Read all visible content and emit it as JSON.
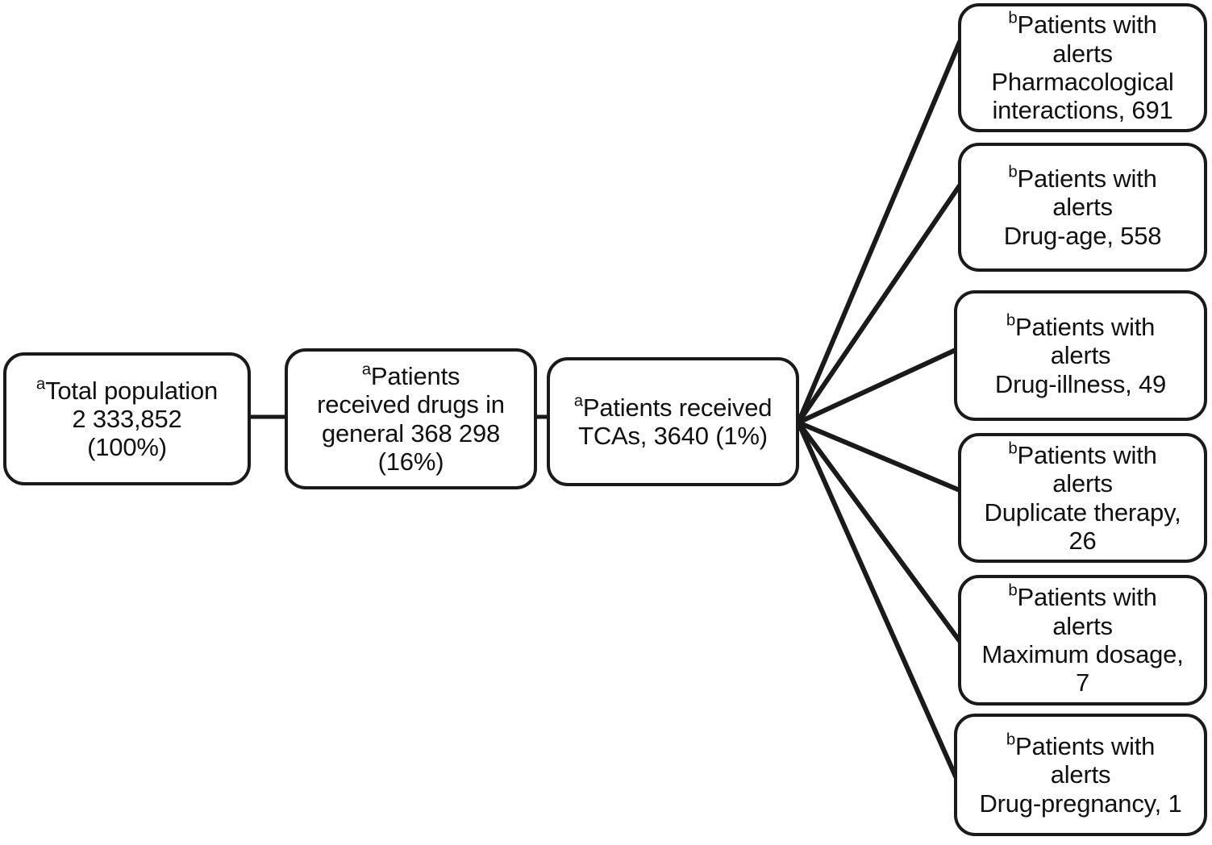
{
  "figure": {
    "type": "flowchart",
    "orientation": "left-to-right",
    "background_color": "#ffffff",
    "line_color": "#1a1a1a",
    "text_color": "#111111"
  },
  "chain": [
    {
      "id": "total",
      "superscript": "a",
      "text": "Total population\n2 333,852\n(100%)",
      "label_line1": "Total population",
      "value": "2 333,852",
      "percent": "(100%)"
    },
    {
      "id": "general",
      "superscript": "a",
      "text": "Patients\nreceived drugs in\ngeneral 368 298\n(16%)",
      "label_line1": "Patients",
      "value": "368 298",
      "percent": "(16%)"
    },
    {
      "id": "tca",
      "superscript": "a",
      "text": "Patients received\nTCAs, 3640 (1%)",
      "label_line1": "Patients received",
      "value": "3640",
      "percent": "(1%)"
    }
  ],
  "alerts": [
    {
      "id": "alert-0",
      "superscript": "b",
      "text": "Patients with\nalerts\nPharmacological\ninteractions, 691",
      "category": "Pharmacological interactions",
      "count": 691
    },
    {
      "id": "alert-1",
      "superscript": "b",
      "text": "Patients with\nalerts\nDrug-age, 558",
      "category": "Drug-age",
      "count": 558
    },
    {
      "id": "alert-2",
      "superscript": "b",
      "text": "Patients with\nalerts\nDrug-illness, 49",
      "category": "Drug-illness",
      "count": 49
    },
    {
      "id": "alert-3",
      "superscript": "b",
      "text": "Patients with\nalerts\nDuplicate therapy,\n26",
      "category": "Duplicate therapy",
      "count": 26
    },
    {
      "id": "alert-4",
      "superscript": "b",
      "text": "Patients with\nalerts\nMaximum dosage,\n7",
      "category": "Maximum dosage",
      "count": 7
    },
    {
      "id": "alert-5",
      "superscript": "b",
      "text": "Patients with\nalerts\nDrug-pregnancy, 1",
      "category": "Drug-pregnancy",
      "count": 1
    }
  ]
}
